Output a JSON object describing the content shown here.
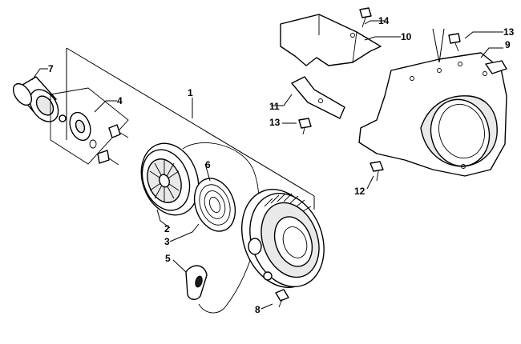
{
  "callouts": [
    {
      "id": "c1",
      "label": "1"
    },
    {
      "id": "c2",
      "label": "2"
    },
    {
      "id": "c3",
      "label": "3"
    },
    {
      "id": "c4",
      "label": "4"
    },
    {
      "id": "c5",
      "label": "5"
    },
    {
      "id": "c6",
      "label": "6"
    },
    {
      "id": "c7",
      "label": "7"
    },
    {
      "id": "c8",
      "label": "8"
    },
    {
      "id": "c9",
      "label": "9"
    },
    {
      "id": "c10",
      "label": "10"
    },
    {
      "id": "c11",
      "label": "11"
    },
    {
      "id": "c12",
      "label": "12"
    },
    {
      "id": "c13a",
      "label": "13"
    },
    {
      "id": "c13b",
      "label": "13"
    },
    {
      "id": "c14",
      "label": "14"
    }
  ]
}
